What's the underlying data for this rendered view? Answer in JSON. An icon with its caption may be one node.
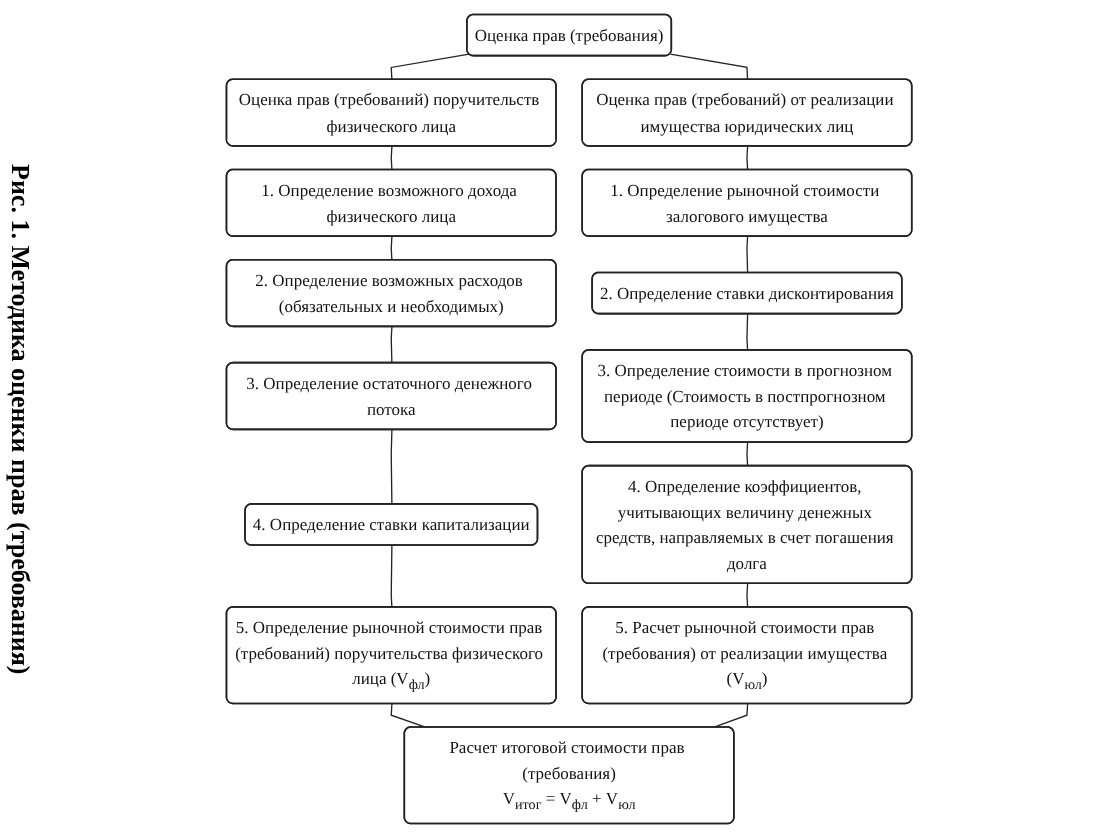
{
  "diagram": {
    "caption": "Рис. 1. Методика оценки прав (требования)",
    "nodes": [
      {
        "text": [
          "Оценка прав (требования)"
        ]
      },
      {
        "text": [
          "Оценка прав (требований) поручительств физического лица"
        ]
      },
      {
        "text": [
          "Оценка прав (требований) от реализации имущества юридических лиц"
        ]
      },
      {
        "text": [
          "1. Определение возможного дохода физического лица"
        ]
      },
      {
        "text": [
          "2. Определение возможных расходов (обязательных и необходимых)"
        ]
      },
      {
        "text": [
          "3. Определение остаточного денежного потока"
        ]
      },
      {
        "text": [
          "4. Определение ставки капитализации"
        ]
      },
      {
        "text": [
          "5. Определение рыночной стоимости прав (требований) поручительства физического лица (V$_{фл}$)"
        ]
      },
      {
        "text": [
          "1. Определение рыночной стоимости залогового имущества"
        ]
      },
      {
        "text": [
          "2. Определение ставки дисконтирования"
        ]
      },
      {
        "text": [
          "3. Определение стоимости в прогнозном периоде (Стоимость в постпрогнозном периоде отсутствует)"
        ]
      },
      {
        "text": [
          "4. Определение коэффициентов, учитывающих величину денежных средств, направляемых в счет погашения долга"
        ]
      },
      {
        "text": [
          "5. Расчет рыночной стоимости прав (требования) от реализации имущества (V$_{юл}$)"
        ]
      },
      {
        "text": [
          "Расчет итоговой стоимости прав (требования)",
          "V$_{итог}$ = V$_{фл}$ + V$_{юл}$"
        ]
      }
    ],
    "edges": [
      {
        "from": 0,
        "to": 1,
        "arrow": "none"
      },
      {
        "from": 0,
        "to": 2,
        "arrow": "none"
      },
      {
        "from": 1,
        "to": 3,
        "arrow": "none"
      },
      {
        "from": 3,
        "to": 4,
        "arrow": "none"
      },
      {
        "from": 4,
        "to": 5,
        "arrow": "none"
      },
      {
        "from": 5,
        "to": 6,
        "arrow": "none"
      },
      {
        "from": 6,
        "to": 7,
        "arrow": "none"
      },
      {
        "from": 2,
        "to": 8,
        "arrow": "none"
      },
      {
        "from": 8,
        "to": 9,
        "arrow": "none"
      },
      {
        "from": 9,
        "to": 10,
        "arrow": "none"
      },
      {
        "from": 10,
        "to": 11,
        "arrow": "none"
      },
      {
        "from": 11,
        "to": 12,
        "arrow": "none"
      },
      {
        "from": 7,
        "to": 13,
        "arrow": "none"
      },
      {
        "from": 12,
        "to": 13,
        "arrow": "none"
      }
    ]
  }
}
